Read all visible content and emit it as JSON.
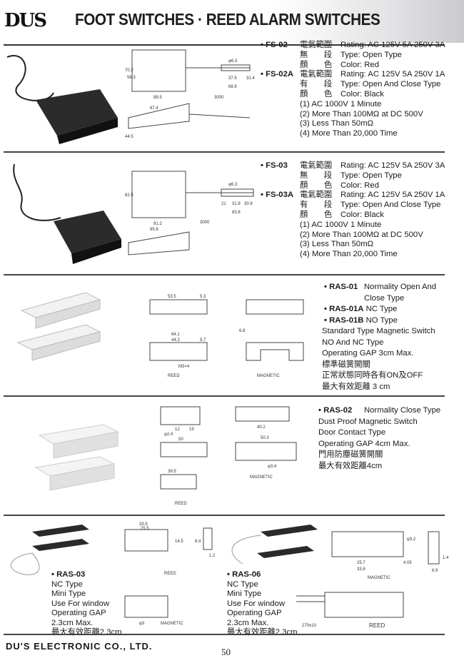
{
  "header": {
    "logo": "DUS",
    "title": "FOOT SWITCHES · REED ALARM SWITCHES"
  },
  "fs02": {
    "models": [
      {
        "code": "• FS-02",
        "rating_cn": "電氣範圍",
        "rating": "Rating: AC 125V 5A 250V 3A",
        "type_cn": "無　　段",
        "type": "Type: Open Type",
        "color_cn": "顏　　色",
        "color": "Color: Red"
      },
      {
        "code": "• FS-02A",
        "rating_cn": "電氣範圍",
        "rating": "Rating: AC 125V 5A 250V 1A",
        "type_cn": "有　　段",
        "type": "Type: Open And Close Type",
        "color_cn": "顏　　色",
        "color": "Color: Black"
      }
    ],
    "notes": [
      "(1) AC 1000V 1 Minute",
      "(2) More Than 100MΩ at DC 500V",
      "(3) Less Than 50mΩ",
      "(4) More Than 20,000 Time"
    ],
    "dims": [
      "70.2",
      "56.3",
      "88.5",
      "3000",
      "37.5",
      "31.4",
      "68.9",
      "67.4",
      "44.5",
      "φ6.3"
    ]
  },
  "fs03": {
    "models": [
      {
        "code": "• FS-03",
        "rating_cn": "電氣範圍",
        "rating": "Rating: AC 125V 5A 250V 3A",
        "type_cn": "無　　段",
        "type": "Type: Open Type",
        "color_cn": "顏　　色",
        "color": "Color: Red"
      },
      {
        "code": "• FS-03A",
        "rating_cn": "電氣範圍",
        "rating": "Rating: AC 125V 5A 250V 1A",
        "type_cn": "有　　段",
        "type": "Type: Open And Close Type",
        "color_cn": "顏　　色",
        "color": "Color: Black"
      }
    ],
    "notes": [
      "(1) AC 1000V 1 Minute",
      "(2) More Than 100MΩ at DC 500V",
      "(3) Less Than 50mΩ",
      "(4) More Than 20,000 Time"
    ],
    "dims": [
      "82.5",
      "91.2",
      "3000",
      "21",
      "31.8",
      "30.8",
      "83.6",
      "95.8",
      "φ6.3"
    ]
  },
  "ras01": {
    "lines": [
      {
        "code": "• RAS-01",
        "desc": "Normality Open And"
      },
      {
        "code": "",
        "desc": "Close Type"
      },
      {
        "code": "• RAS-01A",
        "desc": "NC Type"
      },
      {
        "code": "• RAS-01B",
        "desc": "NO Type"
      }
    ],
    "details": [
      "Standard Type Magnetic Switch",
      "NO And NC Type",
      "Operating GAP 3cm Max.",
      "標準磁簧開關",
      "正常狀態同時各有ON及OFF",
      "最大有效距離 3 cm"
    ],
    "reed_label": "REED",
    "magnetic_label": "MAGNETIC",
    "dims": [
      "53.5",
      "5.3",
      "64.1",
      "44.3",
      "9.7",
      "M3×4",
      "6.8"
    ]
  },
  "ras02": {
    "code": "• RAS-02",
    "desc": "Normality Close Type",
    "details": [
      "Dust Proof Magnetic Switch",
      "Door Contact Type",
      "Operating GAP 4cm Max.",
      "門用防塵磁簧開關",
      "最大有效距離4cm"
    ],
    "reed_label": "REED",
    "magnetic_label": "MAGNETIC",
    "dims": [
      "50",
      "39.5",
      "40.2",
      "50.3",
      "12",
      "19",
      "φ3.4",
      "φ2.4"
    ]
  },
  "ras03": {
    "code": "• RAS-03",
    "details": [
      "NC Type",
      "Mini Type",
      "Use For window",
      "Operating GAP",
      "2.3cm Max.",
      "最大有效距離2.3cm"
    ],
    "reed_label": "REED",
    "magnetic_label": "MAGNETIC",
    "dims": [
      "33.5",
      "25.5",
      "14.5",
      "8.4",
      "1.2",
      "φ3"
    ]
  },
  "ras06": {
    "code": "• RAS-06",
    "details": [
      "NC Type",
      "Mini Type",
      "Use For window",
      "Operating GAP",
      "2.3cm Max.",
      "最大有效距離2.3cm"
    ],
    "reed_label": "REED",
    "magnetic_label": "MAGNETIC",
    "dims": [
      "25.7",
      "33.8",
      "4.05",
      "270±10",
      "φ3.2",
      "6.9",
      "1.4"
    ]
  },
  "footer": {
    "company": "DU'S ELECTRONIC CO., LTD.",
    "page": "50"
  }
}
